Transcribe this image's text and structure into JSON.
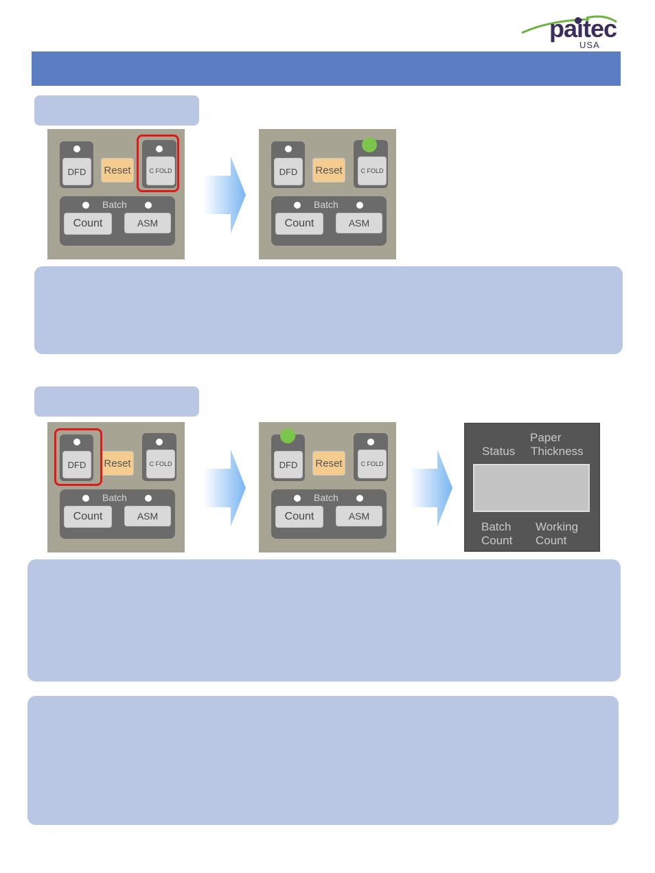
{
  "logo": {
    "brand": "paitec",
    "sub": "USA"
  },
  "colors": {
    "title_bar": "#5b7ec2",
    "box": "#b9c7e4",
    "led_on": "#7bc64a",
    "highlight": "#dd1a1a"
  },
  "panels": [
    {
      "dfd": "DFD",
      "reset": "Reset",
      "cfold": "C FOLD",
      "batch": "Batch",
      "count": "Count",
      "asm": "ASM",
      "lit": "none",
      "highlight": "C FOLD"
    },
    {
      "dfd": "DFD",
      "reset": "Reset",
      "cfold": "C FOLD",
      "batch": "Batch",
      "count": "Count",
      "asm": "ASM",
      "lit": "C FOLD",
      "highlight": "none"
    },
    {
      "dfd": "DFD",
      "reset": "Reset",
      "cfold": "C FOLD",
      "batch": "Batch",
      "count": "Count",
      "asm": "ASM",
      "lit": "none",
      "highlight": "DFD"
    },
    {
      "dfd": "DFD",
      "reset": "Reset",
      "cfold": "C FOLD",
      "batch": "Batch",
      "count": "Count",
      "asm": "ASM",
      "lit": "DFD",
      "highlight": "none"
    }
  ],
  "display": {
    "status": "Status",
    "paper_thickness_1": "Paper",
    "paper_thickness_2": "Thickness",
    "batch_count_1": "Batch",
    "batch_count_2": "Count",
    "working_count_1": "Working",
    "working_count_2": "Count"
  }
}
